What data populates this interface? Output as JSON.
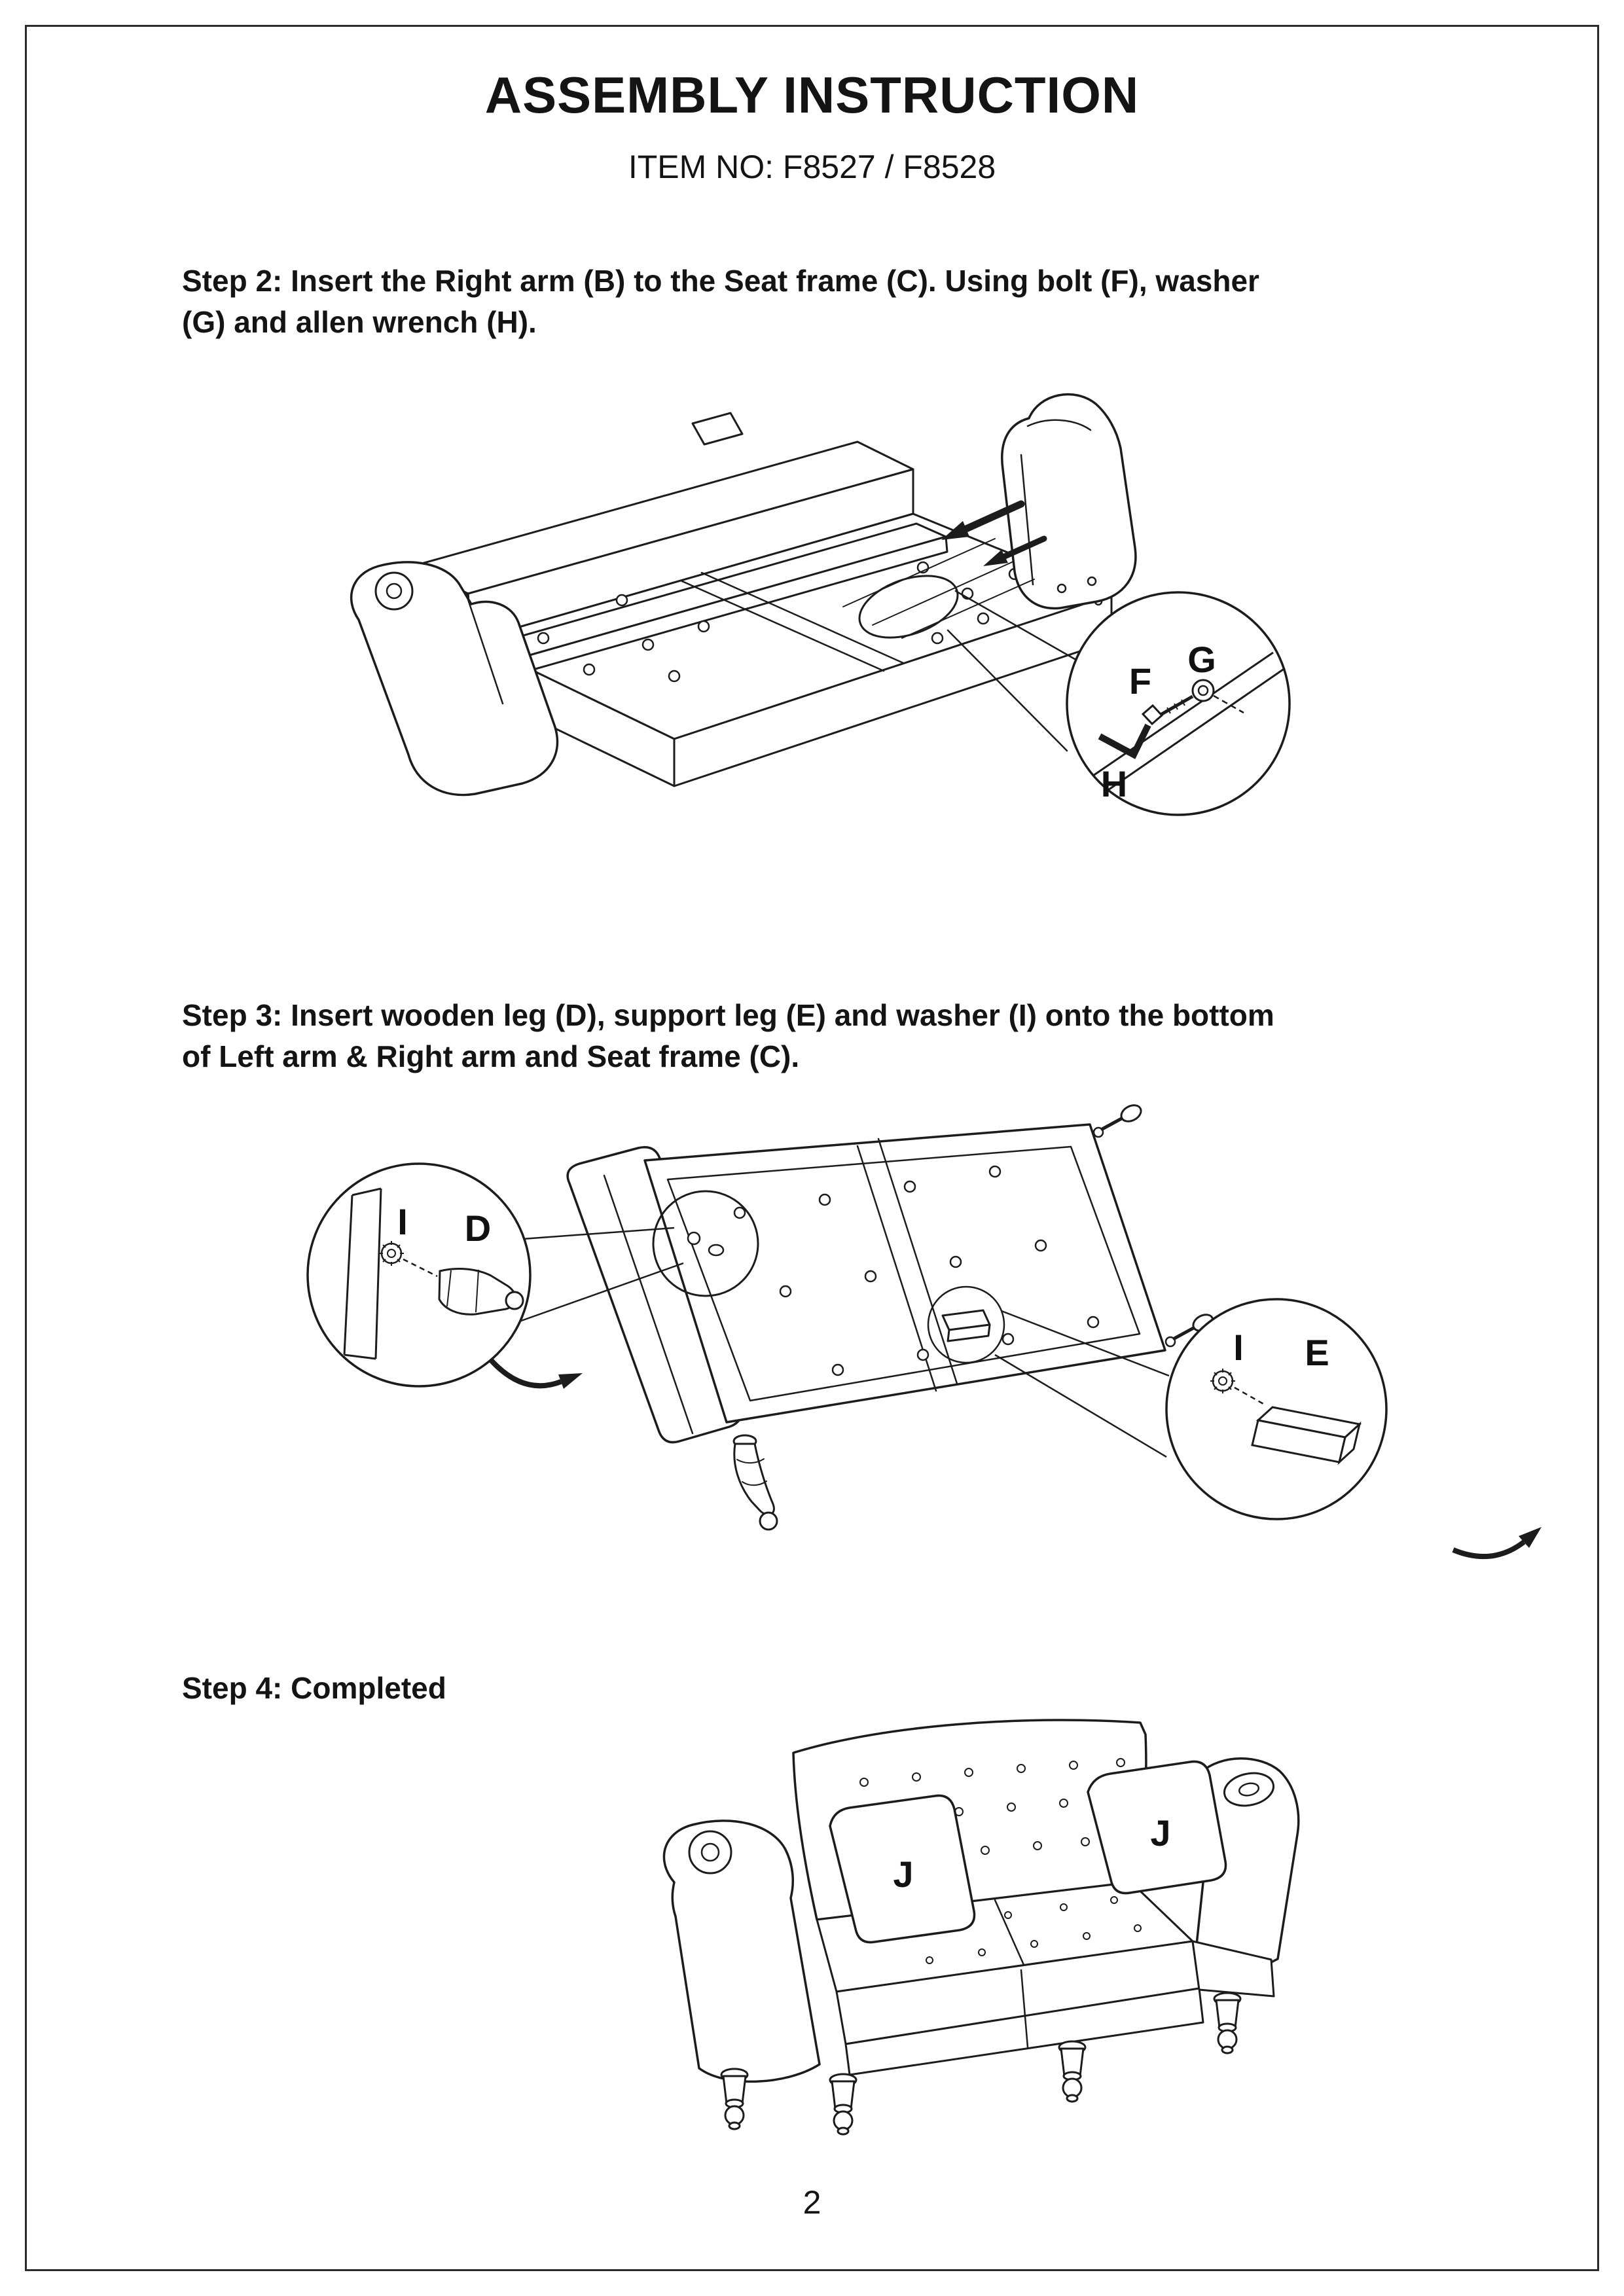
{
  "header": {
    "title": "ASSEMBLY INSTRUCTION",
    "item_no": "ITEM NO: F8527 / F8528"
  },
  "steps": {
    "step2": "Step 2: Insert the Right arm (B) to the Seat frame (C). Using bolt (F), washer\n(G) and allen wrench (H).",
    "step3": "Step 3: Insert wooden leg (D), support leg (E) and washer (I) onto the bottom\nof Left arm & Right arm and Seat frame (C).",
    "step4": "Step 4: Completed"
  },
  "diagram_labels": {
    "step2": {
      "bolt": "F",
      "washer": "G",
      "wrench": "H"
    },
    "step3": {
      "washer_left": "I",
      "wooden_leg": "D",
      "washer_right": "I",
      "support_leg": "E"
    },
    "step4": {
      "pillow_left": "J",
      "pillow_right": "J"
    }
  },
  "footer": {
    "page_number": "2"
  },
  "colors": {
    "ink": "#1c1c1c",
    "paper": "#ffffff"
  }
}
